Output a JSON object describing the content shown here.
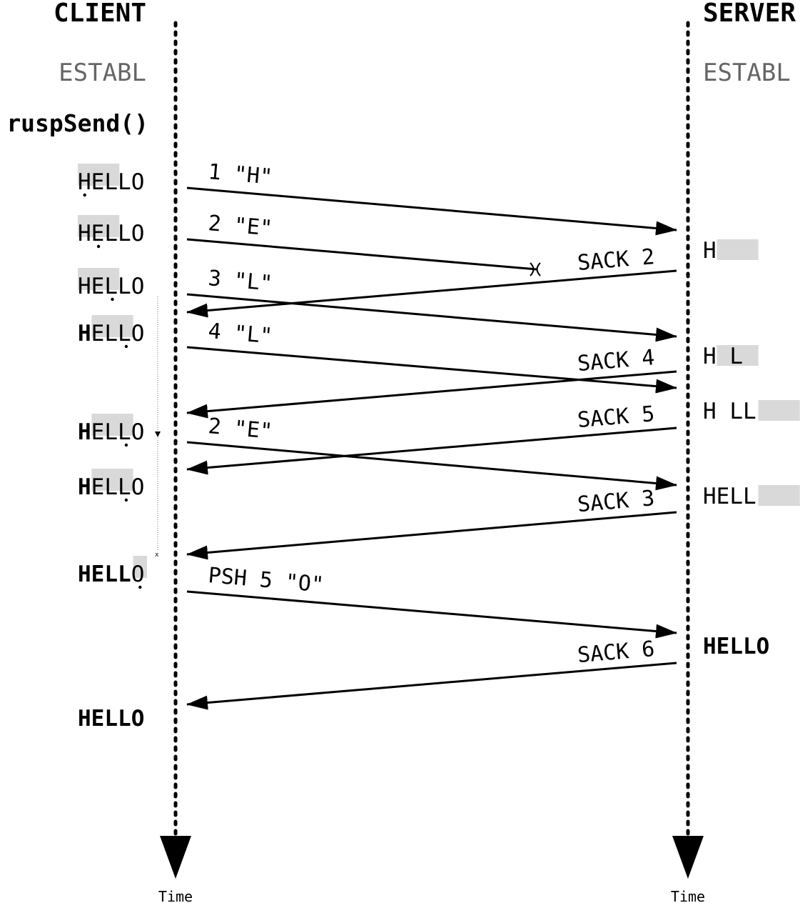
{
  "client": {
    "title": "CLIENT",
    "state": "ESTABL",
    "call": "ruspSend()",
    "buffers": [
      {
        "text": "HELLO",
        "acked": 0,
        "sent": 3,
        "dot": 0
      },
      {
        "text": "HELLO",
        "acked": 0,
        "sent": 3,
        "dot": 1
      },
      {
        "text": "HELLO",
        "acked": 0,
        "sent": 3,
        "dot": 2
      },
      {
        "text": "HELLO",
        "acked": 1,
        "sent": 4,
        "dot": 3
      },
      {
        "text": "HELLO",
        "acked": 1,
        "sent": 4,
        "dot": 3
      },
      {
        "text": "HELLO",
        "acked": 1,
        "sent": 4,
        "dot": 3
      },
      {
        "text": "HELLO",
        "acked": 4,
        "sent": 5,
        "dot": 4
      },
      {
        "text": "HELLO",
        "acked": 5,
        "sent": 5,
        "dot": -1
      }
    ]
  },
  "server": {
    "title": "SERVER",
    "state": "ESTABL",
    "buffers": [
      {
        "text": "H",
        "bold": false
      },
      {
        "text": "H L",
        "bold": false
      },
      {
        "text": "H LL",
        "bold": false
      },
      {
        "text": "HELL",
        "bold": false
      },
      {
        "text": "HELLO",
        "bold": true
      }
    ]
  },
  "messages": [
    {
      "label": "1 \"H\"",
      "dir": "c2s",
      "lost": false
    },
    {
      "label": "2 \"E\"",
      "dir": "c2s",
      "lost": true
    },
    {
      "label": "SACK 2",
      "dir": "s2c",
      "lost": false
    },
    {
      "label": "3 \"L\"",
      "dir": "c2s",
      "lost": false
    },
    {
      "label": "4 \"L\"",
      "dir": "c2s",
      "lost": false
    },
    {
      "label": "SACK 4",
      "dir": "s2c",
      "lost": false
    },
    {
      "label": "SACK 5",
      "dir": "s2c",
      "lost": false
    },
    {
      "label": "2 \"E\"",
      "dir": "c2s",
      "lost": false
    },
    {
      "label": "SACK 3",
      "dir": "s2c",
      "lost": false
    },
    {
      "label": "PSH 5 \"O\"",
      "dir": "c2s",
      "lost": false
    },
    {
      "label": "SACK 6",
      "dir": "s2c",
      "lost": false
    }
  ],
  "time_label": "Time"
}
